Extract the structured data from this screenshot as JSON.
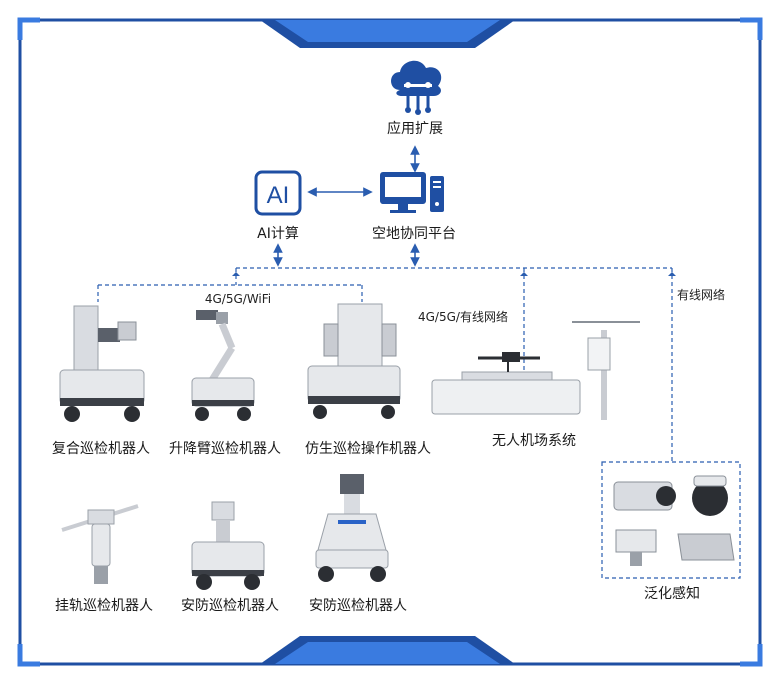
{
  "diagram": {
    "top_node": {
      "label": "应用扩展",
      "icon": "cloud-network-icon"
    },
    "platform": {
      "label": "空地协同平台",
      "icon": "computer-monitor-icon"
    },
    "ai_node": {
      "label": "AI计算",
      "icon_text": "AI",
      "icon": "ai-chip-icon"
    },
    "links": {
      "wireless_robots": "4G/5G/WiFi",
      "drone_network": "4G/5G/有线网络",
      "sensing_network": "有线网络"
    },
    "devices": [
      {
        "id": "composite",
        "label": "复合巡检机器人",
        "icon": "composite-robot-icon"
      },
      {
        "id": "lift-arm",
        "label": "升降臂巡检机器人",
        "icon": "lift-arm-robot-icon"
      },
      {
        "id": "bionic",
        "label": "仿生巡检操作机器人",
        "icon": "bionic-robot-icon"
      },
      {
        "id": "drone-airport",
        "label": "无人机场系统",
        "icon": "drone-airport-icon"
      },
      {
        "id": "rail",
        "label": "挂轨巡检机器人",
        "icon": "rail-robot-icon"
      },
      {
        "id": "security-1",
        "label": "安防巡检机器人",
        "icon": "security-robot-icon"
      },
      {
        "id": "security-2",
        "label": "安防巡检机器人",
        "icon": "security-robot-icon"
      },
      {
        "id": "sensing",
        "label": "泛化感知",
        "icon": "sensor-cameras-icon"
      }
    ],
    "colors": {
      "frame_blue": "#1f4fa3",
      "accent_blue": "#2a63c7",
      "line_blue": "#2a5db0",
      "device_grey": "#d9dce1",
      "device_dark": "#4a4f57"
    }
  }
}
